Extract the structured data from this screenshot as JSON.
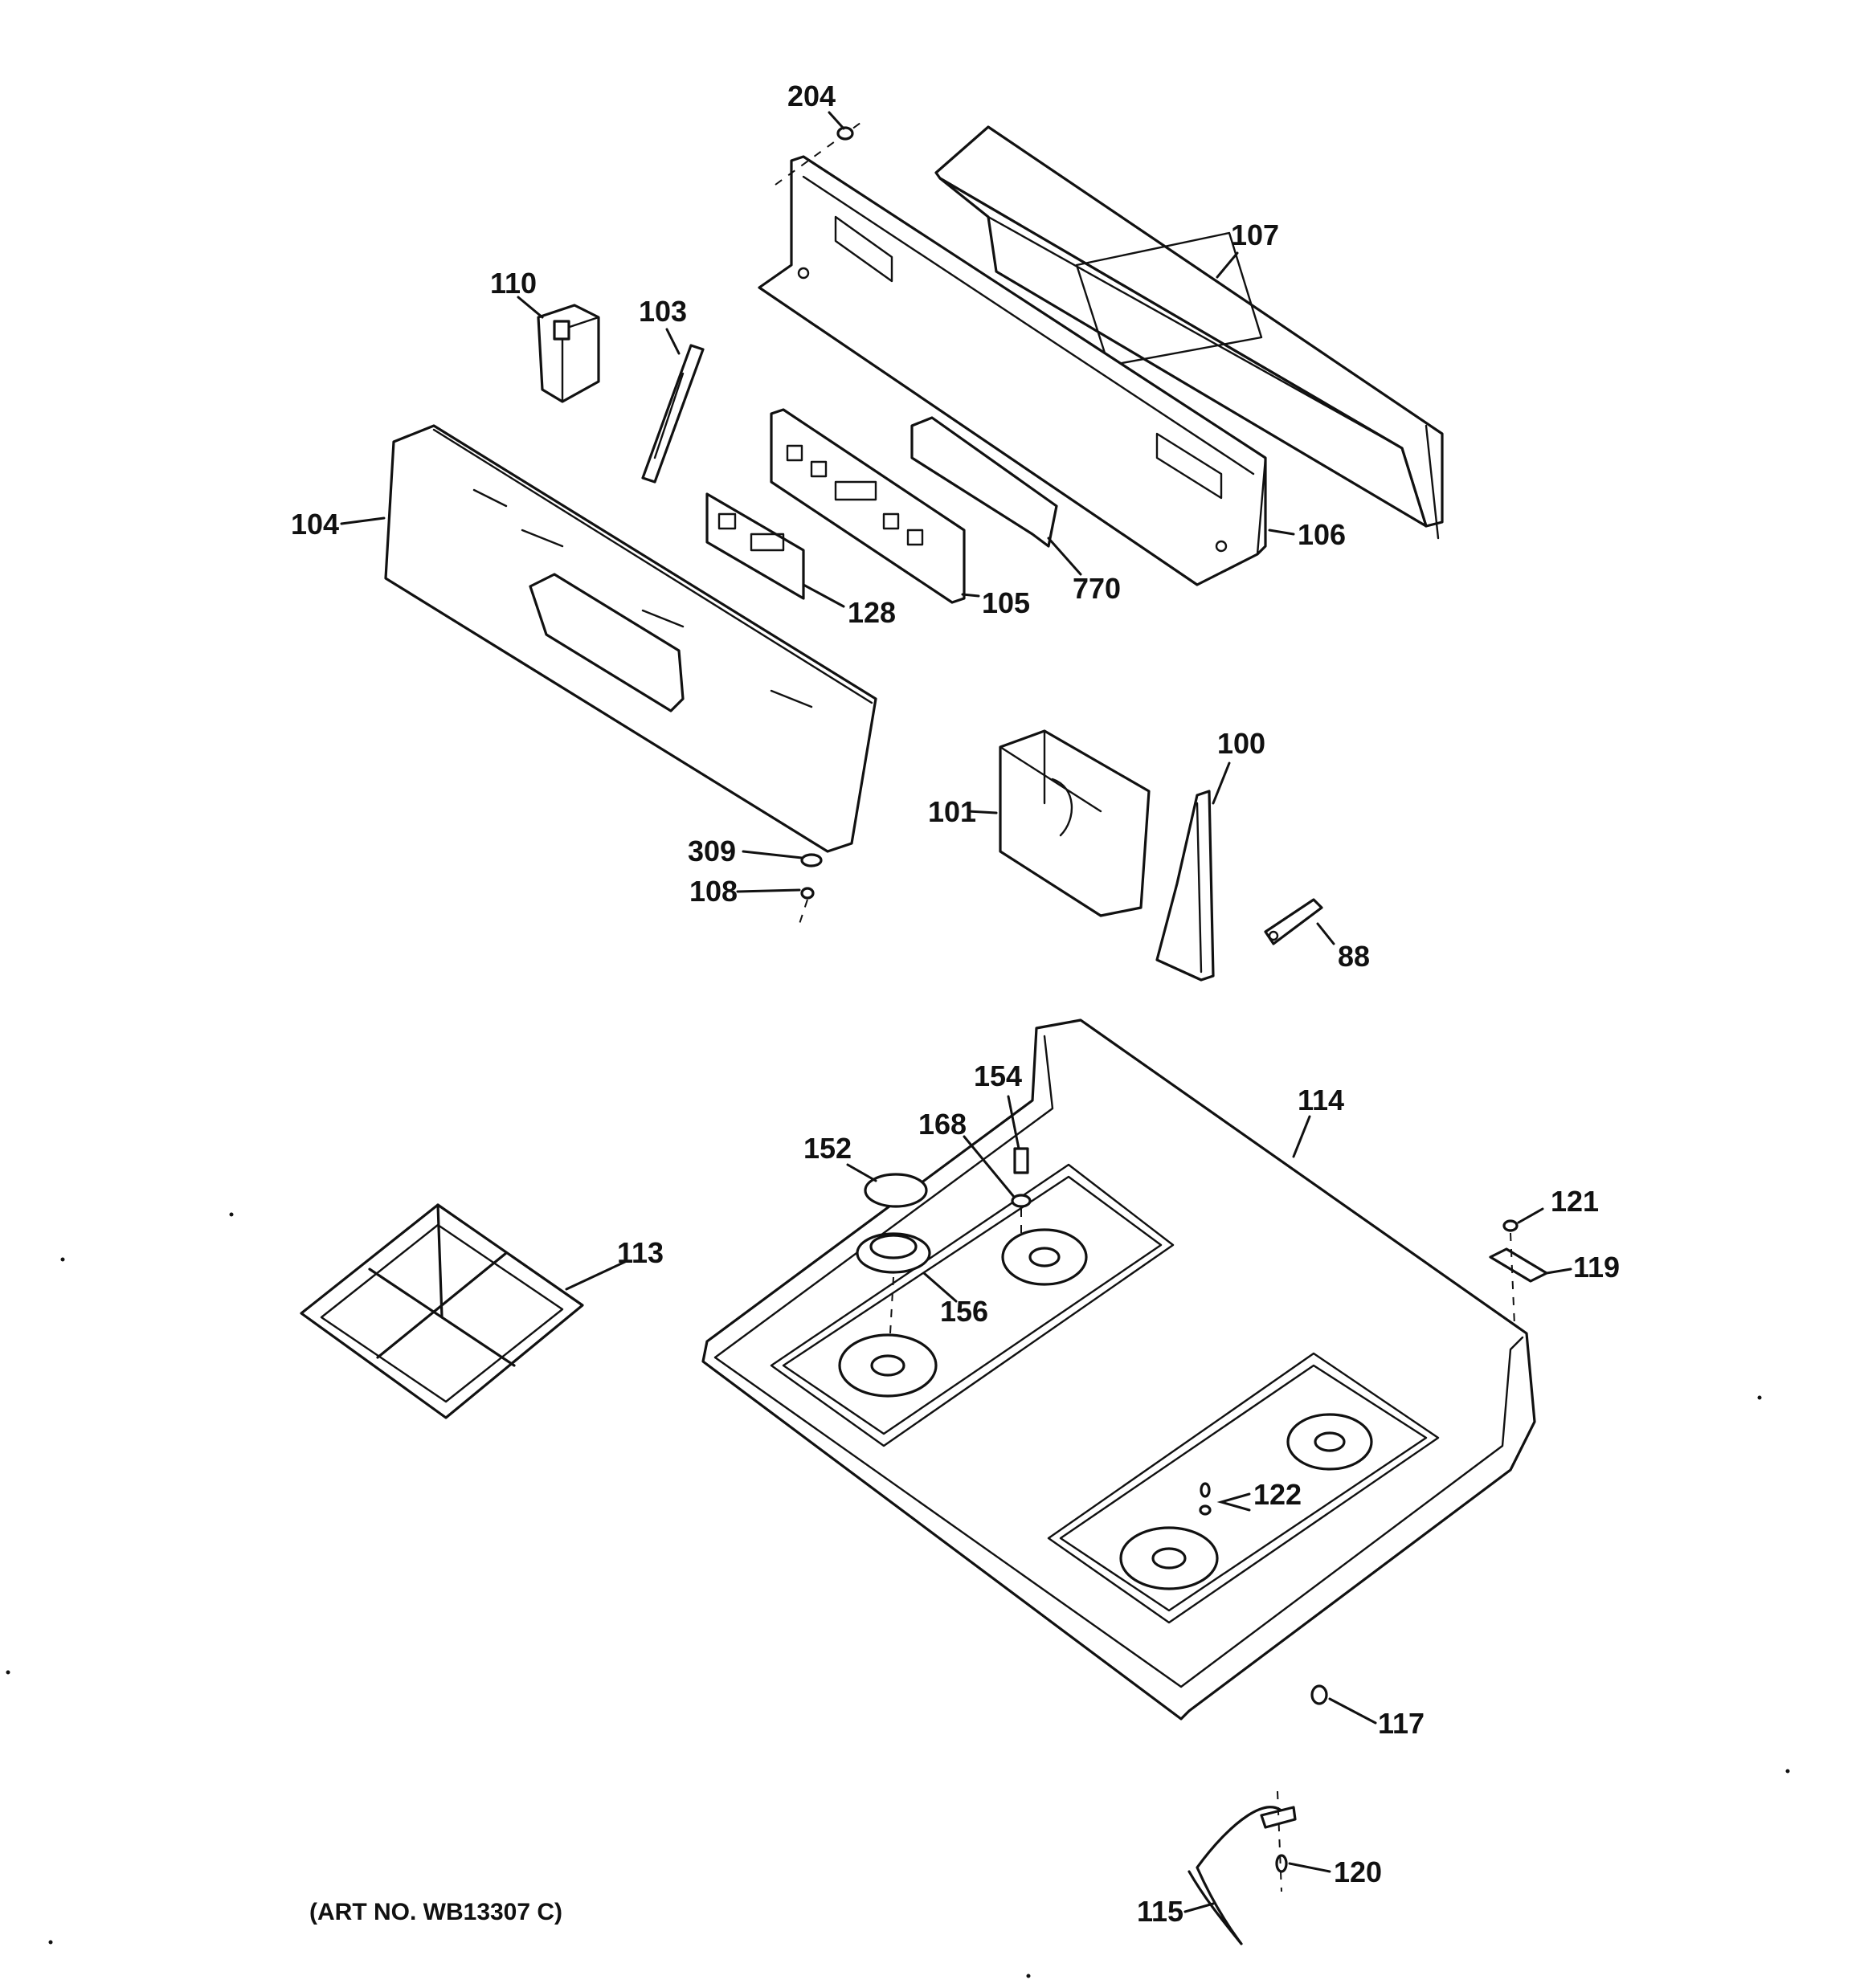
{
  "art_number": "(ART NO. WB13307 C)",
  "callouts": {
    "c204": "204",
    "c107": "107",
    "c110": "110",
    "c103": "103",
    "c104": "104",
    "c106": "106",
    "c770": "770",
    "c128": "128",
    "c105": "105",
    "c100": "100",
    "c101": "101",
    "c309": "309",
    "c108": "108",
    "c88": "88",
    "c154": "154",
    "c114": "114",
    "c168": "168",
    "c152": "152",
    "c113": "113",
    "c156": "156",
    "c121": "121",
    "c119": "119",
    "c122": "122",
    "c117": "117",
    "c120": "120",
    "c115": "115"
  }
}
